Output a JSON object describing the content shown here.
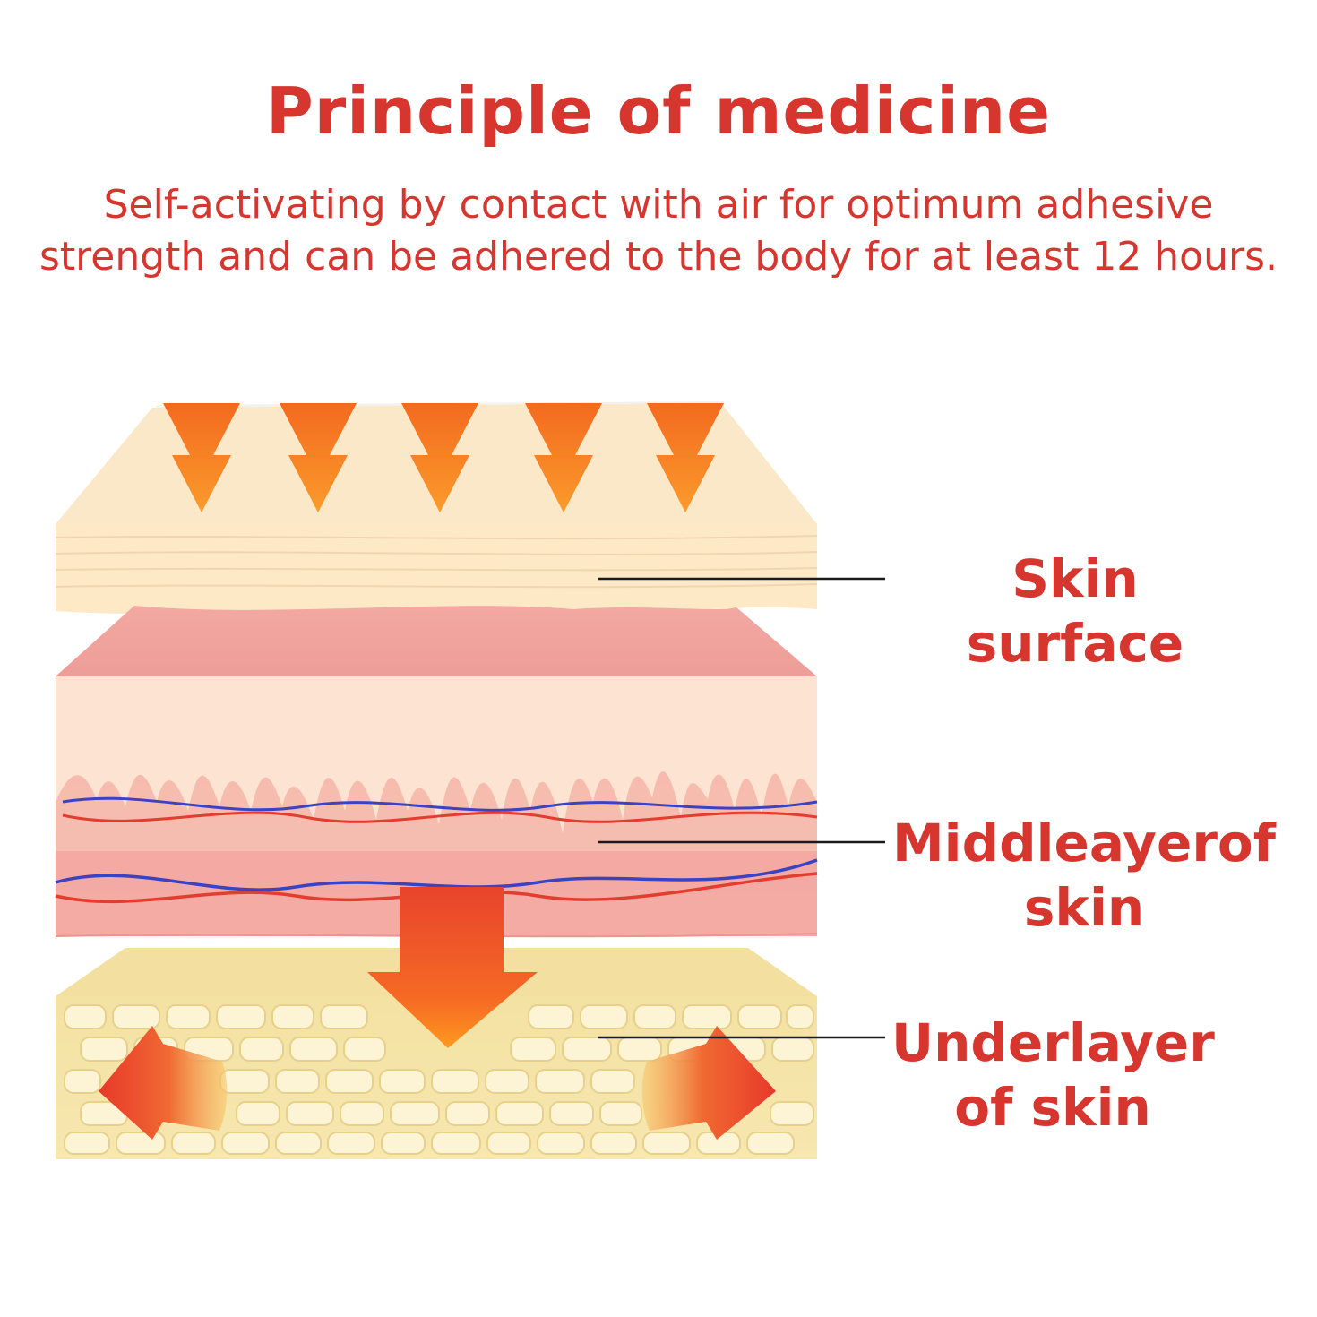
{
  "title": "Principle of medicine",
  "subtitle": "Self-activating by contact with air for optimum adhesive strength and can be adhered to the body for at least 12 hours.",
  "labels": {
    "skin_surface": "Skin surface",
    "middle_layer": "Middleayerof skin",
    "under_layer": "Underlayer of skin"
  },
  "colors": {
    "text_red": "#d7362f",
    "arrow_orange": "#f47a20",
    "arrow_red": "#e8442c",
    "skin_surface": "#fbe6c5",
    "dermis": "#f2a8a2",
    "fat": "#f6e7a8",
    "vein_blue": "#3a3fbf",
    "artery_red": "#e63a2c"
  }
}
